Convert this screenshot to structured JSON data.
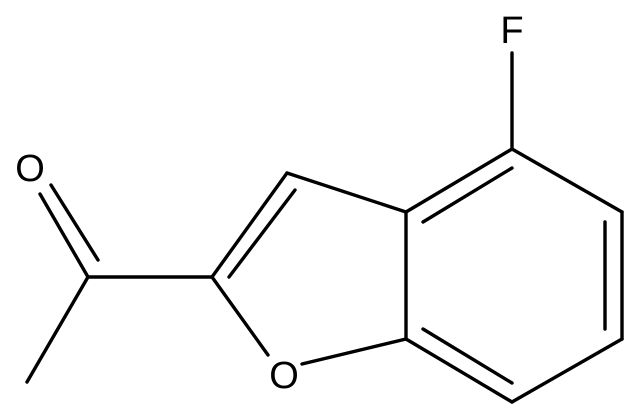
{
  "molecule": {
    "atoms": {
      "fluorine": "F",
      "carbonyl_oxygen": "O",
      "ring_oxygen": "O"
    },
    "colors": {
      "bond": "#000000",
      "label": "#000000",
      "background": "#ffffff"
    }
  }
}
